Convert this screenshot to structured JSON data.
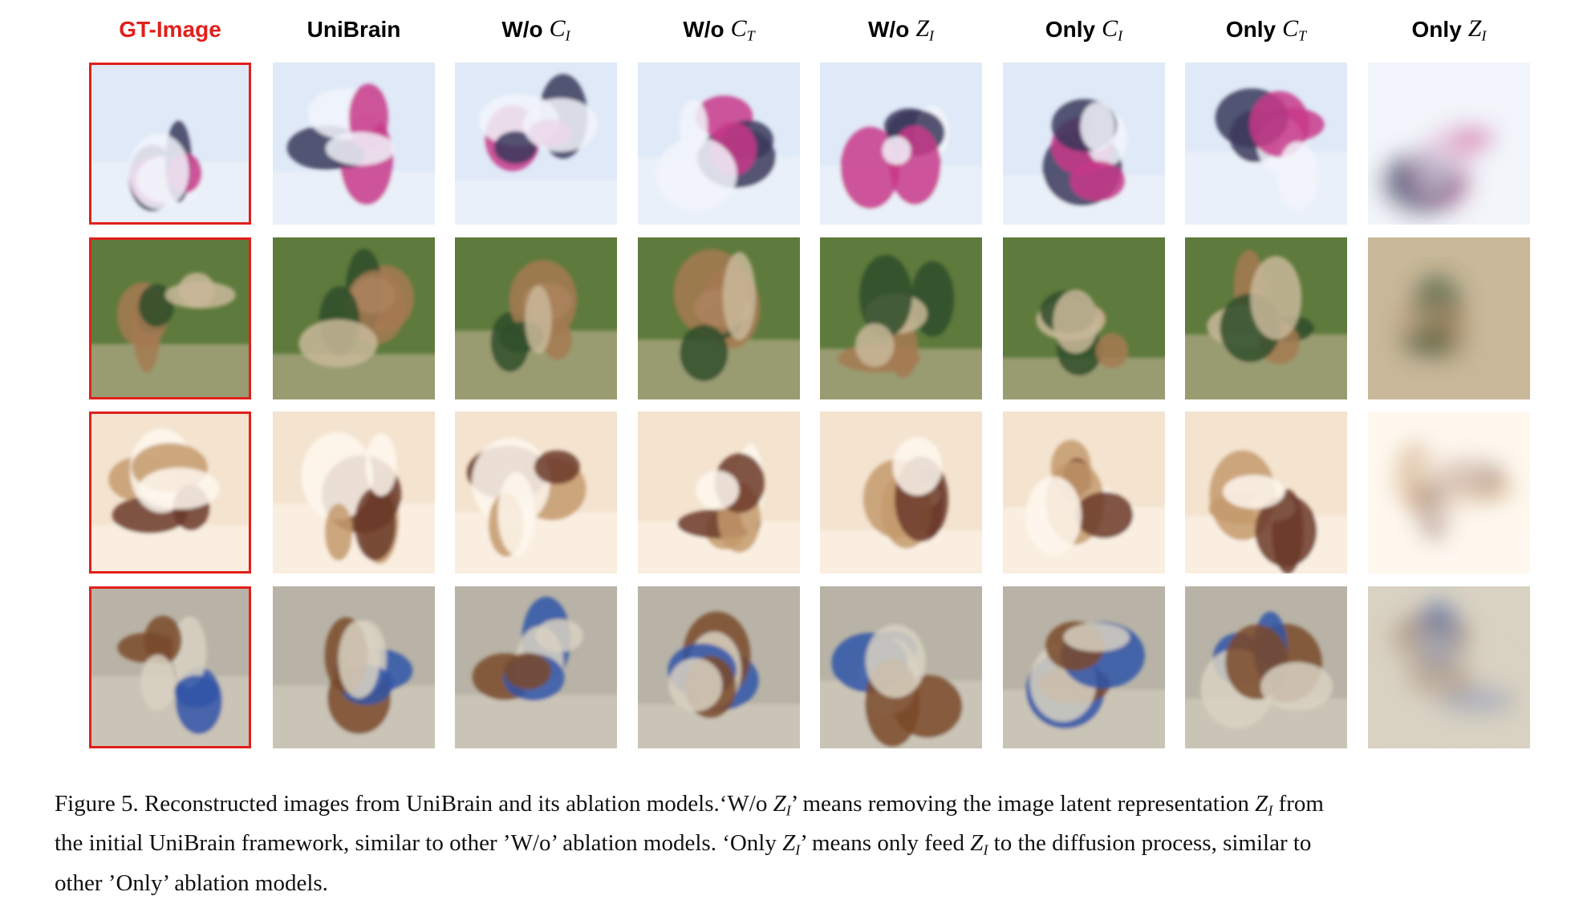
{
  "columns": [
    {
      "name": "col-gt",
      "label": "GT-Image",
      "color": "#e0201b"
    },
    {
      "name": "col-unibrain",
      "label": "UniBrain"
    },
    {
      "name": "col-wo-ci",
      "label": "W/o",
      "symbol": "C",
      "sub": "I"
    },
    {
      "name": "col-wo-ct",
      "label": "W/o",
      "symbol": "C",
      "sub": "T"
    },
    {
      "name": "col-wo-zi",
      "label": "W/o",
      "symbol": "Z",
      "sub": "I"
    },
    {
      "name": "col-only-ci",
      "label": "Only",
      "symbol": "C",
      "sub": "I"
    },
    {
      "name": "col-only-ct",
      "label": "Only",
      "symbol": "C",
      "sub": "T"
    },
    {
      "name": "col-only-zi",
      "label": "Only",
      "symbol": "Z",
      "sub": "I"
    }
  ],
  "rows": [
    {
      "name": "row-snowboard",
      "palette": [
        "#dfe9f7",
        "#3b3a5c",
        "#c83a8a",
        "#f2f5fb"
      ]
    },
    {
      "name": "row-cow",
      "palette": [
        "#5e7a3c",
        "#a67a52",
        "#2f4d2a",
        "#c9b89a"
      ]
    },
    {
      "name": "row-teddy",
      "palette": [
        "#f3e3cf",
        "#c49a6c",
        "#6b3a2a",
        "#fff8ef"
      ]
    },
    {
      "name": "row-rider",
      "palette": [
        "#b8b3a6",
        "#2f55a8",
        "#7a4a2a",
        "#d9d2c2"
      ]
    }
  ],
  "caption": {
    "line1_a": "Figure 5. Reconstructed images from UniBrain and its ablation models.‘W/o ",
    "line1_sym": "Z",
    "line1_sub": "I",
    "line1_b": "’ means removing the image latent representation ",
    "line1_sym2": "Z",
    "line1_sub2": "I",
    "line1_c": " from",
    "line2_a": "the initial UniBrain framework, similar to other ’W/o’ ablation models. ‘Only ",
    "line2_sym": "Z",
    "line2_sub": "I",
    "line2_b": "’ means only feed ",
    "line2_sym2": "Z",
    "line2_sub2": "I",
    "line2_c": " to the diffusion process, similar to",
    "line3": "other ’Only’ ablation models."
  }
}
